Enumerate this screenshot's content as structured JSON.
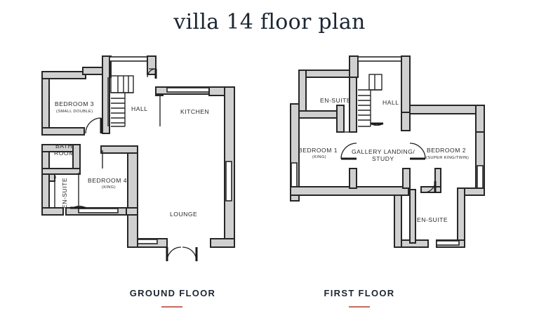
{
  "title": "villa 14 floor plan",
  "ground_floor": {
    "label": "GROUND FLOOR",
    "rooms": {
      "bedroom3": "BEDROOM 3",
      "bedroom3_sub": "(SMALL DOUBLE)",
      "hall": "HALL",
      "kitchen": "KITCHEN",
      "bath_l1": "BATH",
      "bath_l2": "ROOM",
      "bedroom4": "BEDROOM 4",
      "bedroom4_sub": "(KING)",
      "ensuite": "EN-SUITE",
      "lounge": "LOUNGE"
    }
  },
  "first_floor": {
    "label": "FIRST FLOOR",
    "rooms": {
      "ensuite_top": "EN-SUITE",
      "hall": "HALL",
      "bedroom1": "BEDROOM 1",
      "bedroom1_sub": "(KING)",
      "gallery_l1": "GALLERY LANDING/",
      "gallery_l2": "STUDY",
      "bedroom2": "BEDROOM 2",
      "bedroom2_sub": "(SUPER KING/TWIN)",
      "ensuite_bottom": "EN-SUITE"
    }
  },
  "colors": {
    "accent_rule": "#c66a60",
    "wall_fill": "#d0d0d0",
    "ink": "#1b2633"
  }
}
